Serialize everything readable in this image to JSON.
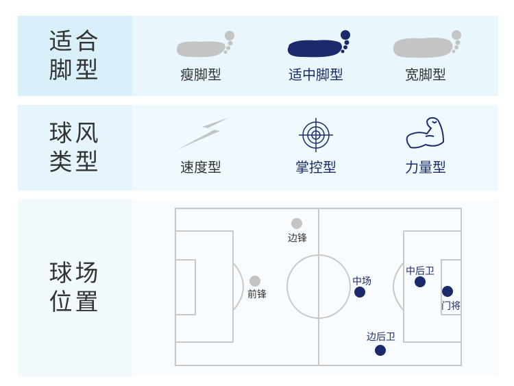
{
  "rows": {
    "foot": {
      "label_l1": "适合",
      "label_l2": "脚型",
      "options": [
        {
          "label": "瘦脚型",
          "icon": "foot-icon",
          "selected": false
        },
        {
          "label": "适中脚型",
          "icon": "foot-icon",
          "selected": true
        },
        {
          "label": "宽脚型",
          "icon": "foot-icon",
          "selected": false
        }
      ]
    },
    "style": {
      "label_l1": "球风",
      "label_l2": "类型",
      "options": [
        {
          "label": "速度型",
          "icon": "lightning-icon",
          "selected": false
        },
        {
          "label": "掌控型",
          "icon": "crosshair-icon",
          "selected": true
        },
        {
          "label": "力量型",
          "icon": "muscle-arm-icon",
          "selected": true
        }
      ]
    },
    "position": {
      "label_l1": "球场",
      "label_l2": "位置",
      "positions": [
        {
          "label": "边锋",
          "selected": false
        },
        {
          "label": "前锋",
          "selected": false
        },
        {
          "label": "中场",
          "selected": true
        },
        {
          "label": "中后卫",
          "selected": true
        },
        {
          "label": "门将",
          "selected": true
        },
        {
          "label": "边后卫",
          "selected": true
        }
      ]
    }
  },
  "colors": {
    "selected": "#1b2a6b",
    "unselected": "#c4c4c4",
    "line": "#c8c8c8"
  }
}
